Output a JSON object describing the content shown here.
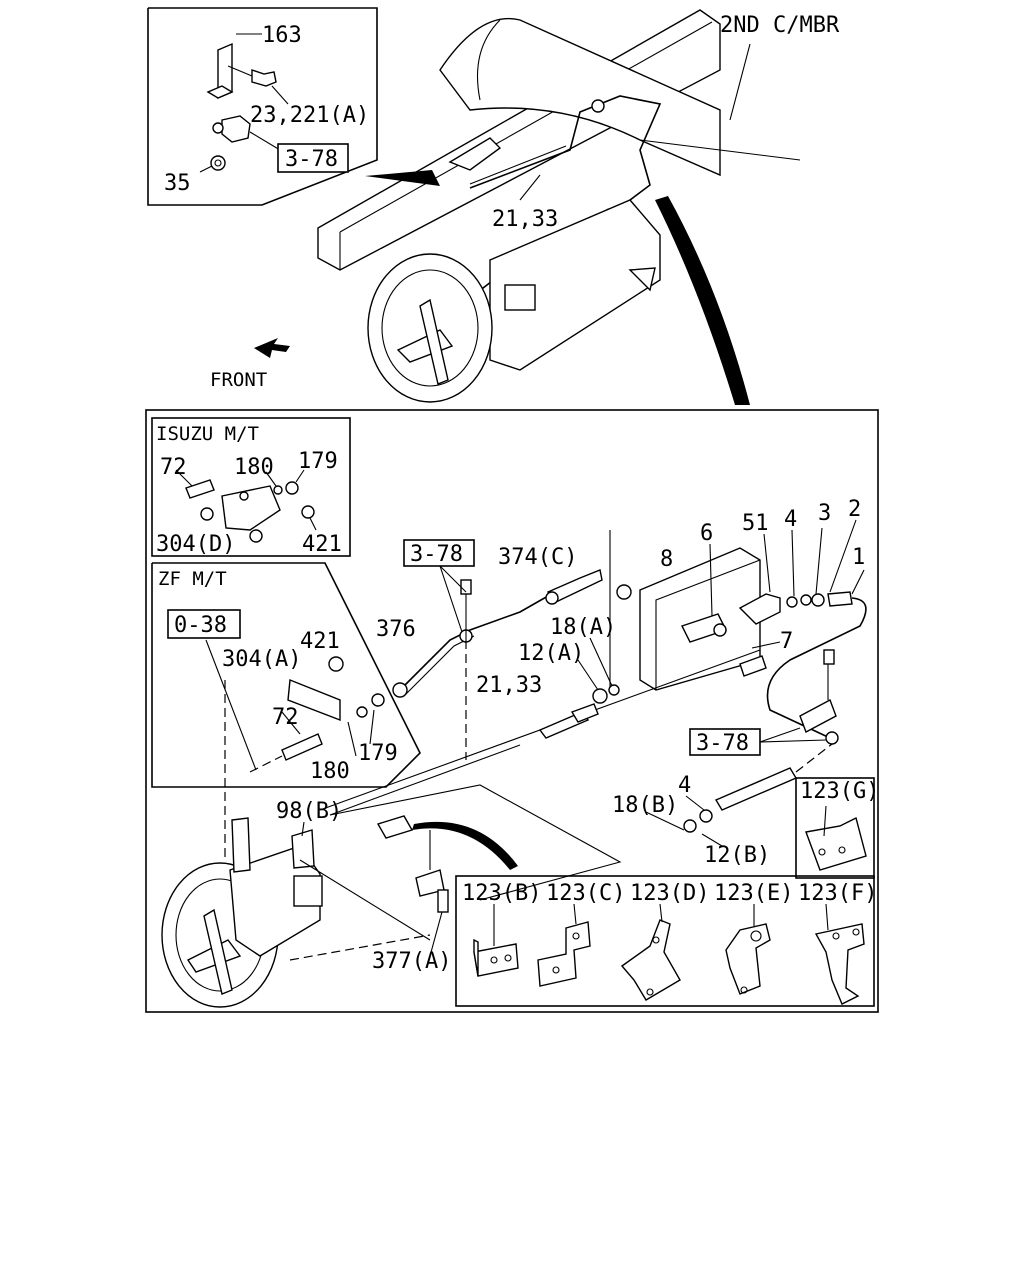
{
  "top_inset": {
    "labels": [
      "163",
      "23,221(A)",
      "35"
    ],
    "ref": "3-78"
  },
  "overview": {
    "member_label": "2ND C/MBR",
    "pipe_label": "21,33",
    "front_label": "FRONT"
  },
  "isuzu_inset": {
    "title": "ISUZU M/T",
    "labels": [
      "72",
      "180",
      "179",
      "304(D)",
      "421"
    ]
  },
  "zf_inset": {
    "title": "ZF M/T",
    "ref": "0-38",
    "labels": [
      "421",
      "304(A)",
      "72",
      "179",
      "180"
    ]
  },
  "main": {
    "refs": [
      "3-78",
      "3-78"
    ],
    "labels": [
      "374(C)",
      "8",
      "6",
      "51",
      "4",
      "3",
      "2",
      "1",
      "376",
      "18(A)",
      "12(A)",
      "21,33",
      "7",
      "98(B)",
      "18(B)",
      "4",
      "12(B)",
      "123(G)",
      "377(A)"
    ]
  },
  "brackets": {
    "labels": [
      "123(B)",
      "123(C)",
      "123(D)",
      "123(E)",
      "123(F)"
    ]
  }
}
